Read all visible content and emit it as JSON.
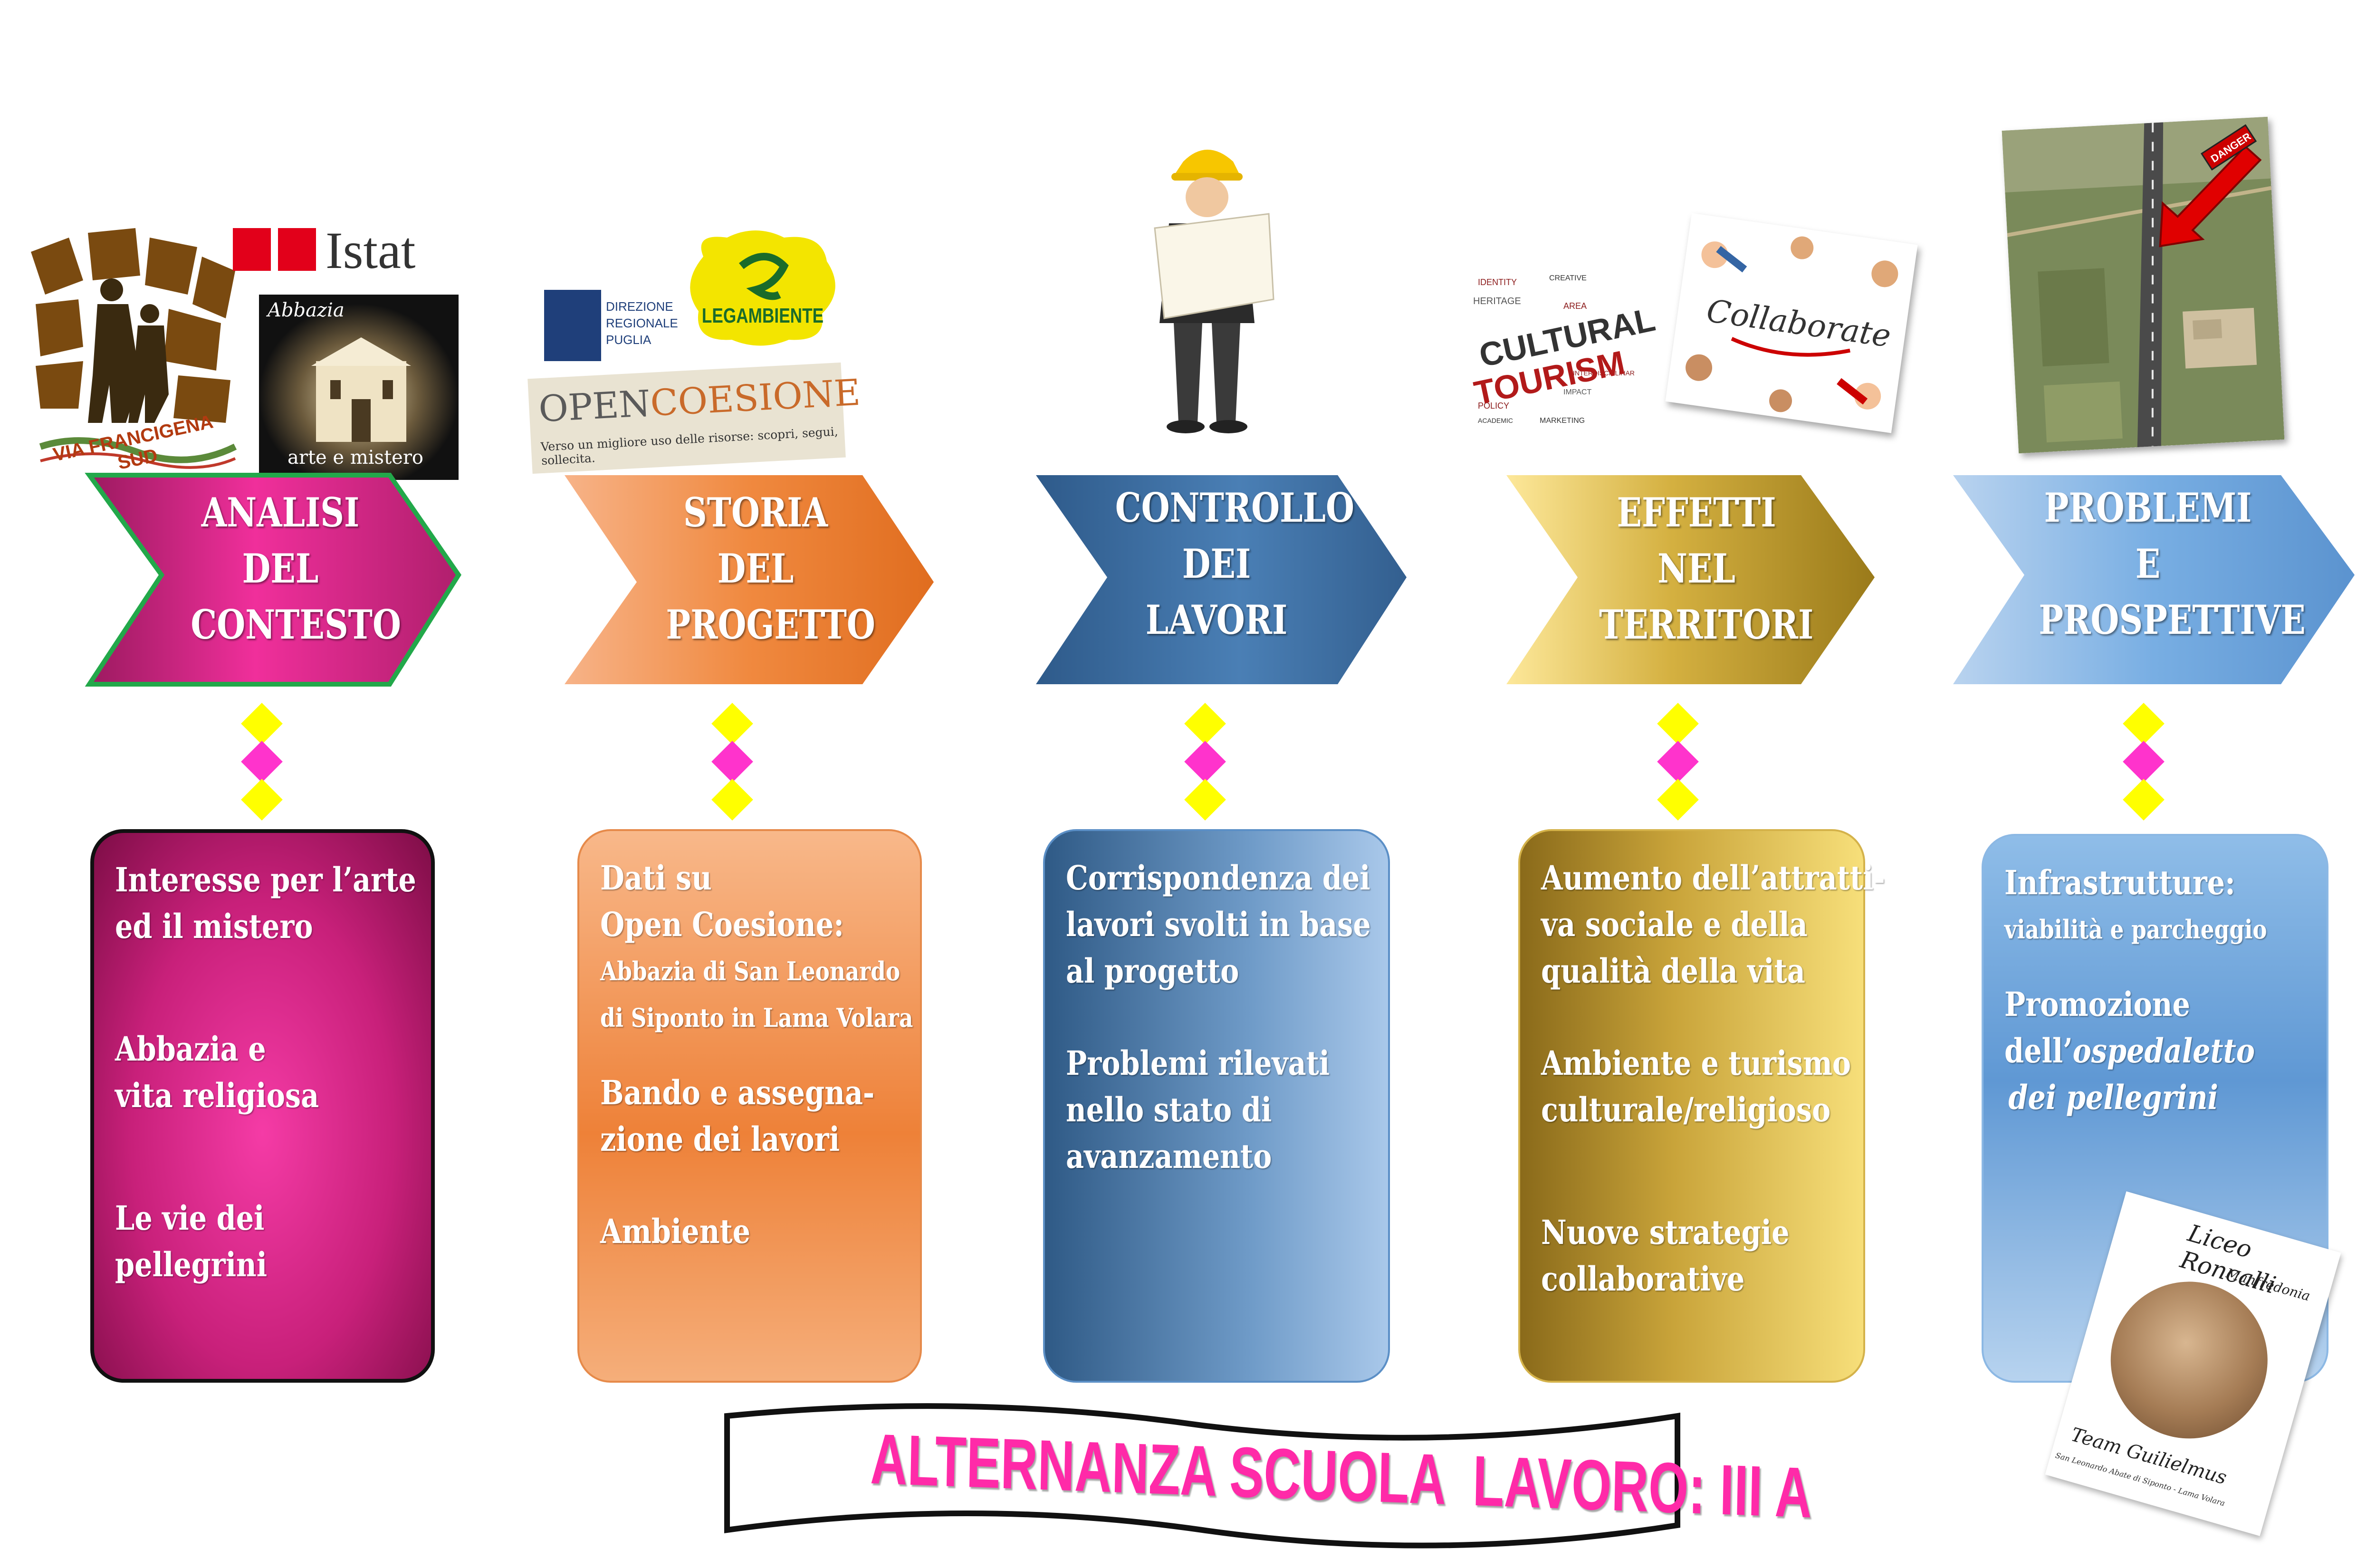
{
  "colors": {
    "pink": "#d4237f",
    "orange": "#ee8a45",
    "blue": "#3f6f9e",
    "gold": "#c9a43a",
    "lightblue": "#6ea5dd",
    "diamond_yellow": "#ffff00",
    "diamond_pink": "#ff33cc"
  },
  "steps": [
    {
      "lines": [
        "ANALISI",
        "DEL",
        "CONTESTO"
      ]
    },
    {
      "lines": [
        "STORIA",
        "DEL",
        "PROGETTO"
      ]
    },
    {
      "lines": [
        "CONTROLLO",
        "DEI",
        "LAVORI"
      ]
    },
    {
      "lines": [
        "EFFETTI",
        "NEL",
        "TERRITORI"
      ]
    },
    {
      "lines": [
        "PROBLEMI",
        "E",
        "PROSPETTIVE"
      ]
    }
  ],
  "cards": [
    {
      "items": [
        "Interesse per l’arte",
        "ed il mistero",
        "Abbazia e",
        "vita religiosa",
        "Le vie dei",
        "pellegrini"
      ]
    },
    {
      "items": [
        "Dati su",
        "Open Coesione:",
        "Abbazia di San Leonardo",
        "di Siponto in Lama Volara",
        "Bando e assegna-",
        "zione dei lavori",
        "Ambiente"
      ]
    },
    {
      "items": [
        "Corrispondenza dei",
        "lavori svolti in base",
        "al progetto",
        "Problemi rilevati",
        "nello stato di",
        "avanzamento"
      ]
    },
    {
      "items": [
        "Aumento dell’attratti-",
        "va sociale e della",
        "qualità della vita",
        "Ambiente e turismo",
        "culturale/religioso",
        "Nuove strategie",
        "collaborative"
      ]
    },
    {
      "items": [
        "Infrastrutture:",
        "viabilità e parcheggio",
        "Promozione",
        "dell’",
        "ospedaletto",
        "dei pellegrini"
      ]
    }
  ],
  "logos": {
    "istat": "Istat",
    "abbazia_title": "Abbazia",
    "abbazia_caption": "arte e mistero",
    "francigena": "VIA FRANCIGENA SUD",
    "direzione": [
      "DIREZIONE",
      "REGIONALE",
      "PUGLIA"
    ],
    "legambiente": "LEGAMBIENTE",
    "opencoesione_a": "OPEN",
    "opencoesione_b": "COESIONE",
    "opencoesione_sub": "Verso un migliore uso delle risorse: scopri, segui, sollecita.",
    "collaborate": "Collaborate",
    "cultural": "CULTURAL",
    "tourism": "TOURISM",
    "danger": "DANGER",
    "liceo_title": "Liceo Roncalli",
    "liceo_city": "Manfredonia",
    "team": "Team Guilielmus",
    "team_sub": "San Leonardo Abate di Siponto - Lama Volara"
  },
  "banner": "ALTERNANZA SCUOLA  LAVORO: III A"
}
